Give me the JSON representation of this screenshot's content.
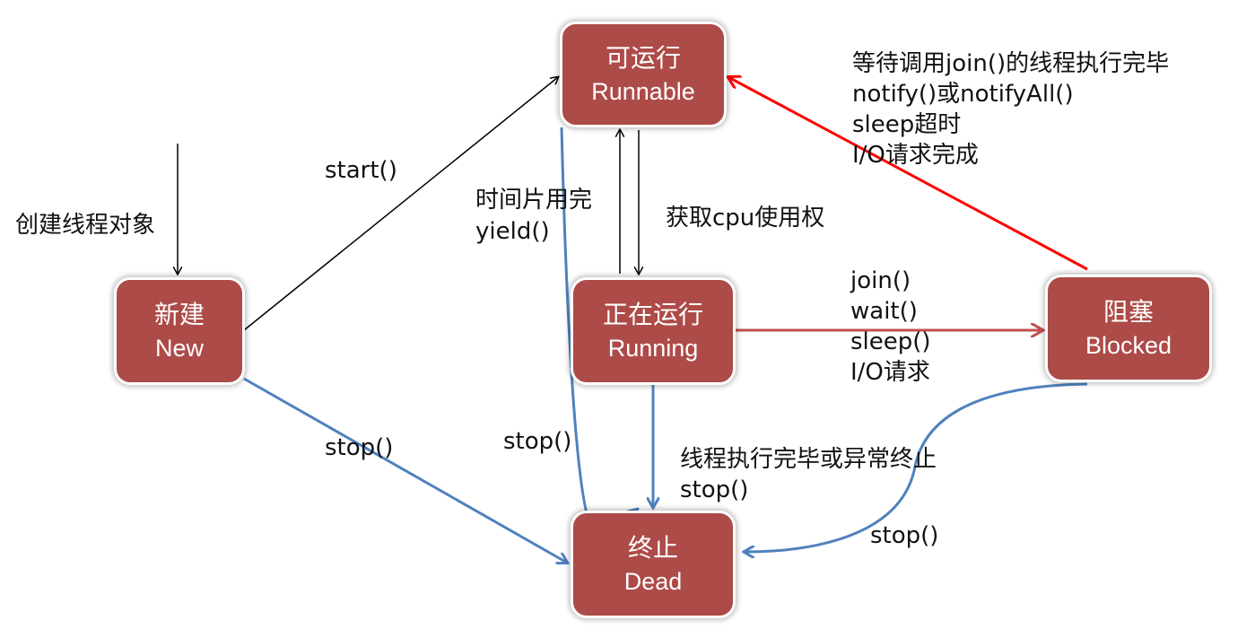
{
  "states": {
    "runnable": {
      "cn": "可运行",
      "en": "Runnable"
    },
    "new": {
      "cn": "新建",
      "en": "New"
    },
    "running": {
      "cn": "正在运行",
      "en": "Running"
    },
    "blocked": {
      "cn": "阻塞",
      "en": "Blocked"
    },
    "dead": {
      "cn": "终止",
      "en": "Dead"
    }
  },
  "labels": {
    "create": "创建线程对象",
    "start": "start()",
    "timeslice": "时间片用完",
    "yield": "yield()",
    "get_cpu": "获取cpu使用权",
    "wake": [
      "等待调用join()的线程执行完毕",
      "notify()或notifyAll()",
      "sleep超时",
      "I/O请求完成"
    ],
    "block": [
      "join()",
      "wait()",
      "sleep()",
      "I/O请求"
    ],
    "stop_new": "stop()",
    "stop_runnable": "stop()",
    "finish": [
      "线程执行完毕或异常终止",
      "stop()"
    ],
    "stop_blocked": "stop()"
  },
  "colors": {
    "box": "#ad4b48",
    "blue": "#4f81bd",
    "red": "#ff0000",
    "darkred": "#c0504d"
  }
}
